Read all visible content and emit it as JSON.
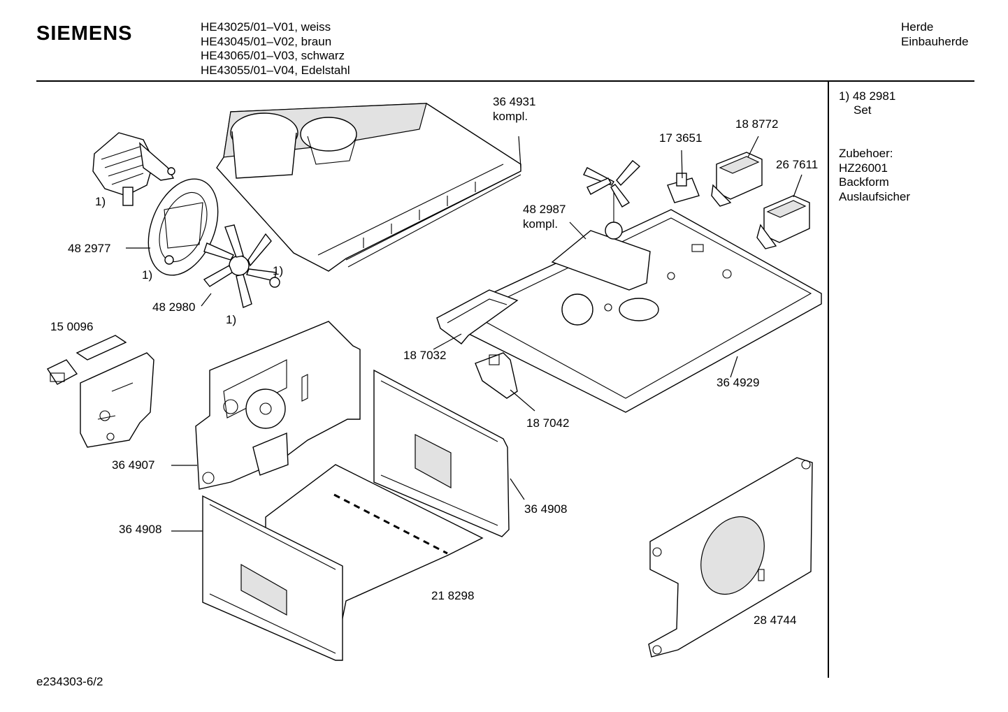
{
  "header": {
    "brand": "SIEMENS",
    "models": [
      "HE43025/01–V01, weiss",
      "HE43045/01–V02, braun",
      "HE43065/01–V03, schwarz",
      "HE43055/01–V04, Edelstahl"
    ],
    "category_line1": "Herde",
    "category_line2": "Einbauherde"
  },
  "sidebar": {
    "footnote_ref": "1) 48 2981",
    "footnote_text": "Set",
    "accessory_title": "Zubehoer:",
    "accessory_code": "HZ26001",
    "accessory_name": "Backform",
    "accessory_extra": "Auslaufsicher"
  },
  "labels": {
    "p364931": "36 4931",
    "p364931_kompl": "kompl.",
    "p188772": "18 8772",
    "p173651": "17 3651",
    "p267611": "26 7611",
    "p482987": "48 2987",
    "p482987_kompl": "kompl.",
    "p482977": "48 2977",
    "p482980": "48 2980",
    "p150096": "15 0096",
    "p187032": "18 7032",
    "p364929": "36 4929",
    "p187042": "18 7042",
    "p364907": "36 4907",
    "p364908_left": "36 4908",
    "p364908_right": "36 4908",
    "p218298": "21 8298",
    "p284744": "28 4744",
    "fn_motor": "1)",
    "fn_plate": "1)",
    "fn_nut": "1)",
    "fn_fan": "1)"
  },
  "footer": {
    "doc_id": "e234303-6/2"
  }
}
